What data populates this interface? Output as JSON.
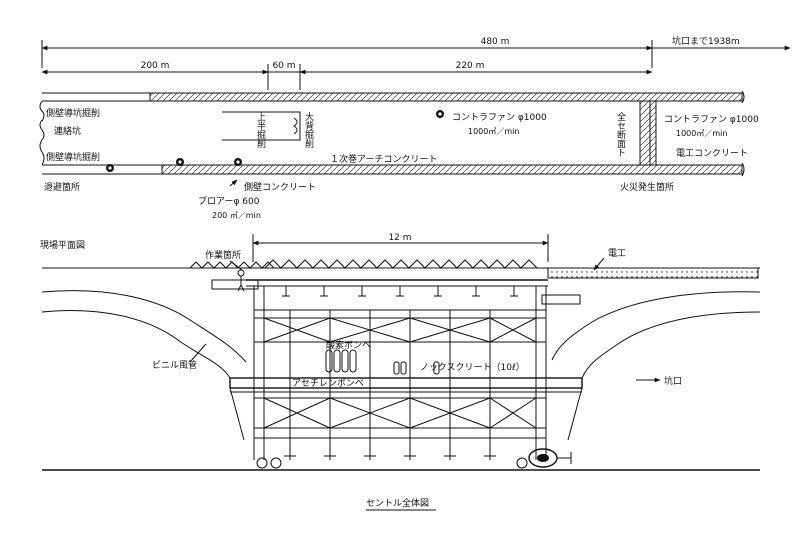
{
  "plan": {
    "dim_total": "480 m",
    "dim_to_portal": "坑口まで1938m",
    "dim_200": "200 m",
    "dim_60": "60 m",
    "dim_220": "220 m",
    "label_side_drift_top": "側壁導坑掘削",
    "label_connecting_drift": "連絡坑",
    "label_side_drift_bottom": "側壁導坑掘削",
    "label_upper_half": "上半掘削",
    "label_top_heading": "大背掘削",
    "label_contra_fan_1": "コントラファン φ1000",
    "label_flow_1": "1000㎥／min",
    "label_full_section": "全セ断面ト",
    "label_contra_fan_2": "コントラファン φ1000",
    "label_flow_2": "1000㎥／min",
    "label_arch_concrete": "１次巻アーチコンクリート",
    "label_electrician_concrete": "電工コンクリート",
    "label_refuge": "退避箇所",
    "label_side_wall_concrete": "側壁コンクリート",
    "label_blower": "ブロアーφ 600",
    "label_blower_flow": "200 ㎥／min",
    "label_fire_origin": "火災発生箇所",
    "title_site_plan": "現場平面図"
  },
  "section": {
    "label_work_area": "作業箇所",
    "dim_12": "12 m",
    "label_electrician": "電工",
    "label_oxygen": "酸素ボンベ",
    "label_nozzle": "ノックスクリート（10ℓ）",
    "label_vinyl_duct": "ビニル風管",
    "label_acetylene": "アセチレンボンベ",
    "label_to_portal": "坑口",
    "title_centle": "セントル全体図"
  }
}
